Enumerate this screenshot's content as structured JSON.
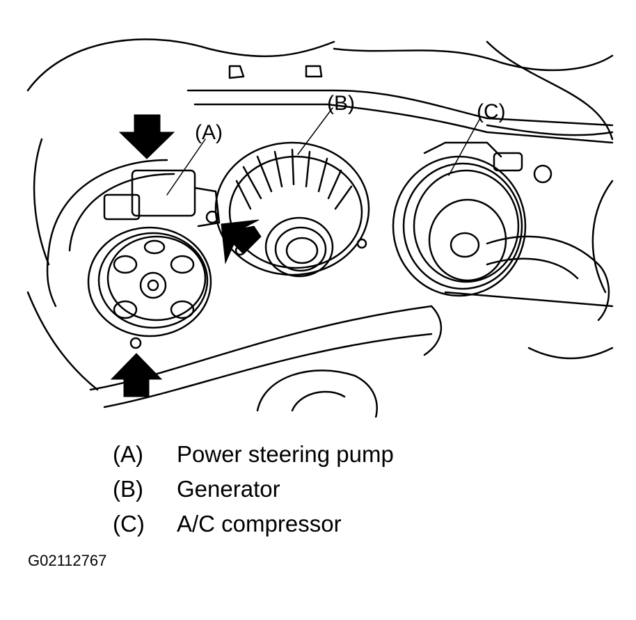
{
  "callouts": {
    "a": "(A)",
    "b": "(B)",
    "c": "(C)"
  },
  "legend": [
    {
      "key": "(A)",
      "label": "Power steering pump"
    },
    {
      "key": "(B)",
      "label": "Generator"
    },
    {
      "key": "(C)",
      "label": "A/C compressor"
    }
  ],
  "figure_id": "G02112767"
}
